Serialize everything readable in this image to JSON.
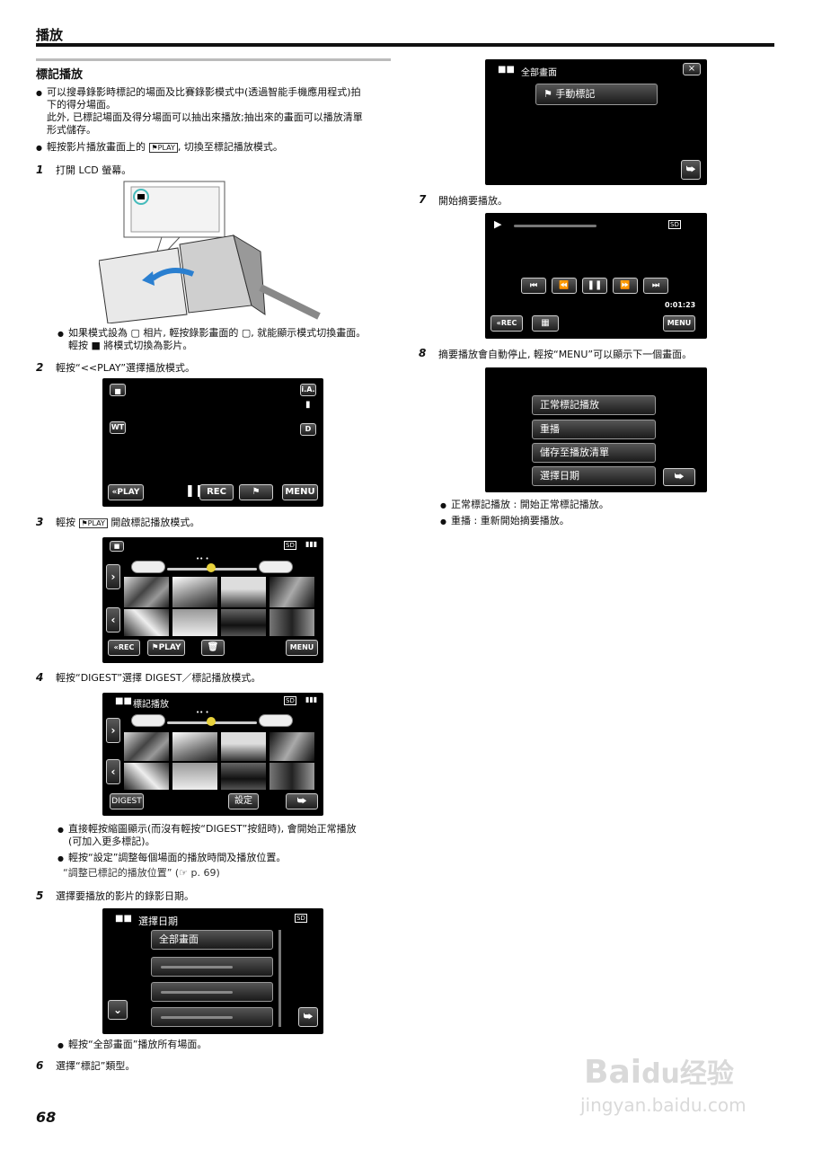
{
  "header": {
    "title": "播放"
  },
  "section": {
    "title": "標記播放"
  },
  "intro": {
    "b1_l1": "可以搜尋錄影時標記的場面及比賽錄影模式中(透過智能手機應用程式)拍",
    "b1_l2": "下的得分場面。",
    "b1_l3": "此外, 已標記場面及得分場面可以抽出來播放;抽出來的畫面可以播放清單",
    "b1_l4": "形式儲存。",
    "b2_pre": "輕按影片播放畫面上的",
    "b2_icon": "⚑PLAY",
    "b2_post": ", 切換至標記播放模式。"
  },
  "steps": {
    "s1": {
      "num": "1",
      "text": "打開 LCD 螢幕。",
      "note_l1": "如果模式設為 ▢ 相片, 輕按錄影畫面的 ▢, 就能顯示模式切換畫面。",
      "note_l2": "輕按 ■ 將模式切換為影片。"
    },
    "s2": {
      "num": "2",
      "text": "輕按“<<PLAY”選擇播放模式。"
    },
    "s3": {
      "num": "3",
      "pre": "輕按",
      "icon": "⚑PLAY",
      "post": "開啟標記播放模式。"
    },
    "s4": {
      "num": "4",
      "text": "輕按“DIGEST”選擇 DIGEST／標記播放模式。",
      "n1_l1": "直接輕按縮圖顯示(而沒有輕按“DIGEST”按鈕時), 會開始正常播放",
      "n1_l2": "(可加入更多標記)。",
      "n2": "輕按“設定”調整每個場面的播放時間及播放位置。",
      "n3": "“調整已標記的播放位置” (☞ p. 69)"
    },
    "s5": {
      "num": "5",
      "text": "選擇要播放的影片的錄影日期。",
      "note": "輕按“全部畫面”播放所有場面。"
    },
    "s6": {
      "num": "6",
      "text": "選擇“標記”類型。"
    },
    "s7": {
      "num": "7",
      "text": "開始摘要播放。"
    },
    "s8": {
      "num": "8",
      "text": "摘要播放會自動停止, 輕按“MENU”可以顯示下一個畫面。",
      "n1": "正常標記播放 : 開始正常標記播放。",
      "n2": "重播 : 重新開始摘要播放。"
    }
  },
  "screens": {
    "rec": {
      "ia": "i.A.",
      "wt": "WT",
      "d": "D",
      "play": "«PLAY",
      "rec": "REC",
      "menu": "MENU"
    },
    "index": {
      "sd": "SD",
      "rec": "«REC",
      "play": "PLAY",
      "menu": "MENU",
      "dots": "•• •"
    },
    "mark": {
      "title": "標記播放",
      "sd": "SD",
      "digest": "DIGEST",
      "settings": "設定",
      "dots": "•• •"
    },
    "date": {
      "title": "選擇日期",
      "sd": "SD",
      "all": "全部畫面"
    },
    "type": {
      "title": "全部畫面",
      "manual": "手動標記"
    },
    "digestplay": {
      "sd": "SD",
      "time": "0:01:23",
      "rec": "«REC",
      "menu": "MENU"
    },
    "menu": {
      "i1": "正常標記播放",
      "i2": "重播",
      "i3": "儲存至播放清單",
      "i4": "選擇日期"
    }
  },
  "footer": {
    "page": "68"
  },
  "watermark": {
    "brand": "Bai",
    "brand2": "du",
    "cn": "经验",
    "url": "jingyan.baidu.com"
  }
}
